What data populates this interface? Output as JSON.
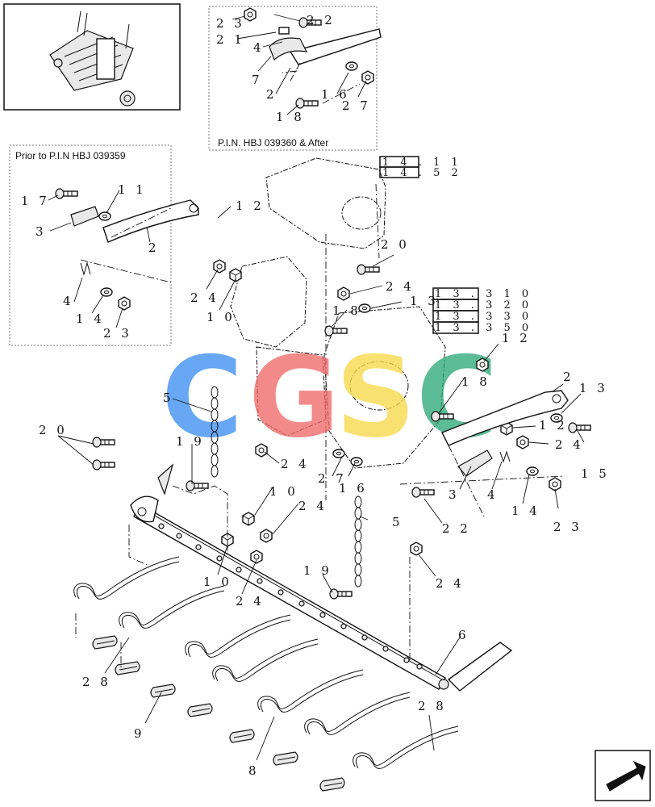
{
  "insets": {
    "after": "P.I.N. HBJ 039360 & After",
    "prior": "Prior to P.I.N HBJ 039359"
  },
  "refs": {
    "a": [
      "1 4 . 1 1",
      "1 4 . 5 2"
    ],
    "b": [
      "1 3 . 3 1 0",
      "1 3 . 3 2 0",
      "1 3 . 3 3 0",
      "1 3 . 3 5 0"
    ]
  },
  "watermark": {
    "letters": [
      "C",
      "G",
      "S",
      "C"
    ],
    "colors": [
      "#3d8ff0",
      "#f06a6a",
      "#f7d94a",
      "#2faa7a"
    ]
  },
  "callouts": {
    "n1": "2 3",
    "n2": "2 2",
    "n3": "2 1",
    "n4": "4",
    "n5": "7",
    "n6": "2",
    "n7": "1 6",
    "n8": "2 7",
    "n9": "1 8",
    "n10": "1 7",
    "n11": "1 1",
    "n12": "1 2",
    "n13": "3",
    "n14": "2",
    "n15": "4",
    "n16": "1 4",
    "n17": "2 3",
    "n18": "2 0",
    "n19": "2 4",
    "n20": "2 4",
    "n21": "1 0",
    "n22": "1 8",
    "n23": "1 3",
    "n24": "1 2",
    "n25": "1 8",
    "n26": "2",
    "n27": "1 3",
    "n28": "5",
    "n29": "1 9",
    "n30": "2 0",
    "n31": "2 4",
    "n32": "2 7",
    "n33": "1 6",
    "n34": "1 2",
    "n35": "2 4",
    "n36": "1 5",
    "n37": "3",
    "n38": "4",
    "n39": "1 4",
    "n40": "2 3",
    "n41": "2 2",
    "n42": "1 0",
    "n43": "2 4",
    "n44": "5",
    "n45": "1 0",
    "n46": "2 4",
    "n47": "1 9",
    "n48": "2 4",
    "n49": "6",
    "n50": "2 8",
    "n51": "9",
    "n52": "8",
    "n53": "2 8"
  }
}
